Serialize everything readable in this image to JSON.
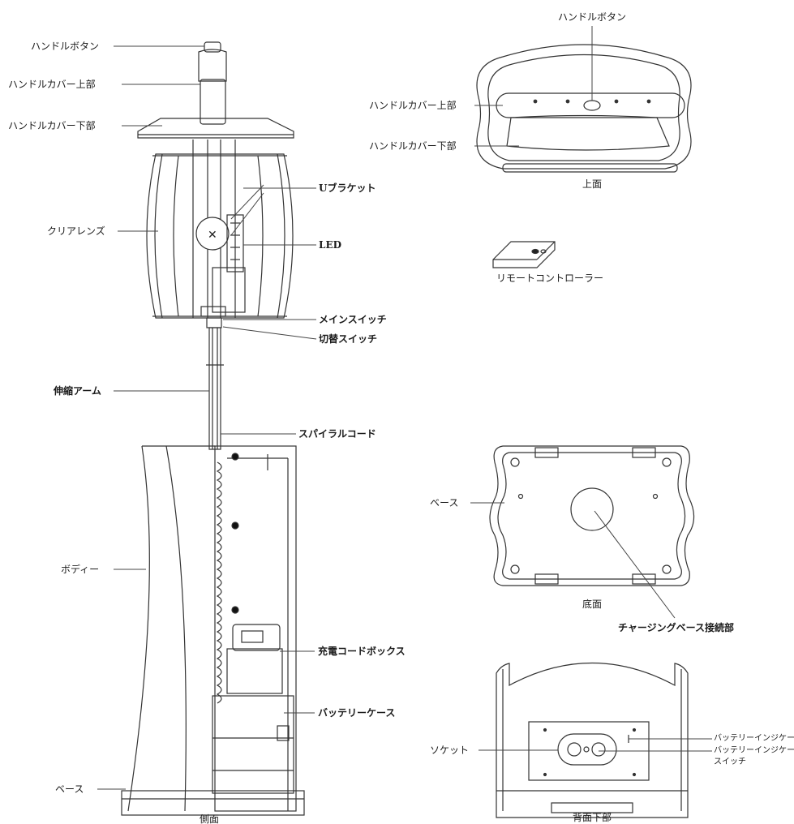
{
  "side_view": {
    "handle_button": "ハンドルボタン",
    "handle_cover_upper": "ハンドルカバー上部",
    "handle_cover_lower": "ハンドルカバー下部",
    "u_bracket": "Uブラケット",
    "clear_lens": "クリアレンズ",
    "led": "LED",
    "main_switch": "メインスイッチ",
    "toggle_switch": "切替スイッチ",
    "telescopic_arm": "伸縮アーム",
    "spiral_cord": "スパイラルコード",
    "body": "ボディー",
    "charge_cord_box": "充電コードボックス",
    "battery_case": "バッテリーケース",
    "base": "ベース",
    "caption": "側面"
  },
  "top_view": {
    "handle_button": "ハンドルボタン",
    "handle_cover_upper": "ハンドルカバー上部",
    "handle_cover_lower": "ハンドルカバー下部",
    "caption": "上面"
  },
  "remote": {
    "caption": "リモートコントローラー"
  },
  "bottom_view": {
    "base": "ベース",
    "charging_base_connector": "チャージングベース接続部",
    "caption": "底面"
  },
  "rear_view": {
    "socket": "ソケット",
    "battery_indicator": "バッテリーインジケータ",
    "battery_indicator_switch_1": "バッテリーインジケータ",
    "battery_indicator_switch_2": "スイッチ",
    "caption": "背面下部"
  }
}
